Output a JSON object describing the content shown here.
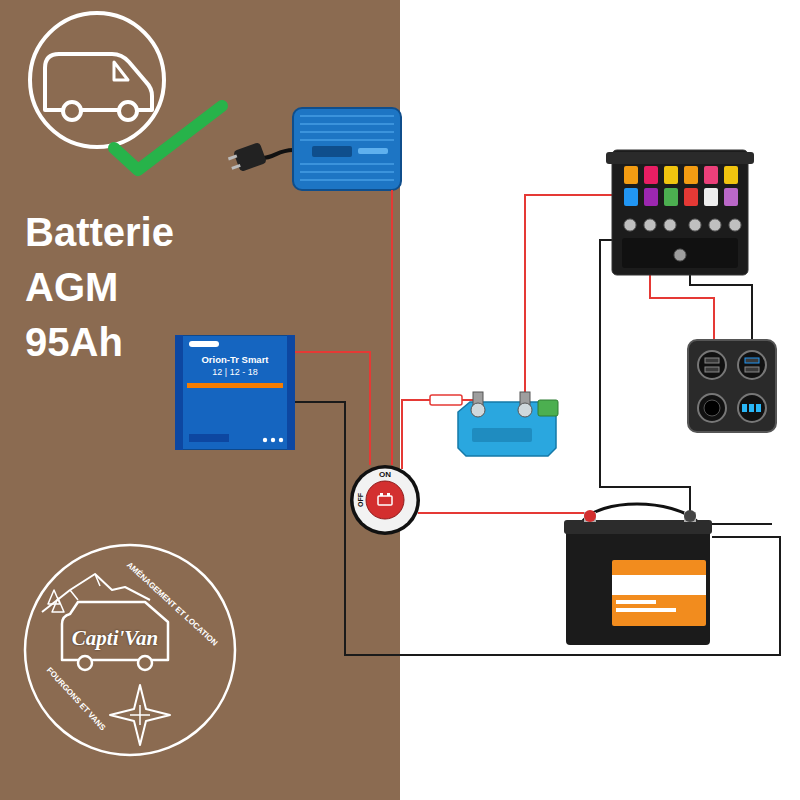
{
  "diagram": {
    "title": "Batterie AGM 95Ah",
    "nodes": [
      {
        "text": [
          "Orion-Tr Smart",
          "12 | 12 - 18"
        ]
      },
      {
        "text": [
          "ON",
          "OFF"
        ]
      }
    ],
    "edges": [
      {
        "from": 0,
        "to": 1,
        "arrow": "none"
      }
    ],
    "labels": [
      "Capti'Van",
      "AMÉNAGEMENT ET LOCATION",
      "FOURGONS ET VANS"
    ]
  }
}
